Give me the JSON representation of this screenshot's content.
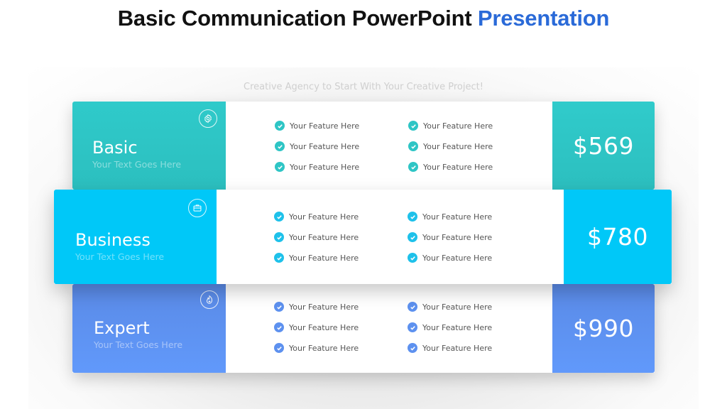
{
  "slide": {
    "title_main": "Basic Communication PowerPoint",
    "title_accent": "Presentation",
    "subtitle": "Creative Agency to Start With Your Creative Project!"
  },
  "colors": {
    "basic": "#2ec8c8",
    "business": "#00c8f8",
    "expert": "#5b93f2",
    "title_accent": "#2a6ad8",
    "feature_text": "#555555"
  },
  "plans": [
    {
      "name": "Basic",
      "subtext": "Your Text Goes Here",
      "icon": "gear-icon",
      "price": "$569",
      "features": [
        "Your Feature Here",
        "Your Feature Here",
        "Your Feature Here",
        "Your Feature Here",
        "Your Feature Here",
        "Your Feature Here"
      ]
    },
    {
      "name": "Business",
      "subtext": "Your Text Goes Here",
      "icon": "briefcase-icon",
      "price": "$780",
      "features": [
        "Your Feature Here",
        "Your Feature Here",
        "Your Feature Here",
        "Your Feature Here",
        "Your Feature Here",
        "Your Feature Here"
      ]
    },
    {
      "name": "Expert",
      "subtext": "Your Text Goes Here",
      "icon": "fire-icon",
      "price": "$990",
      "features": [
        "Your Feature Here",
        "Your Feature Here",
        "Your Feature Here",
        "Your Feature Here",
        "Your Feature Here",
        "Your Feature Here"
      ]
    }
  ]
}
